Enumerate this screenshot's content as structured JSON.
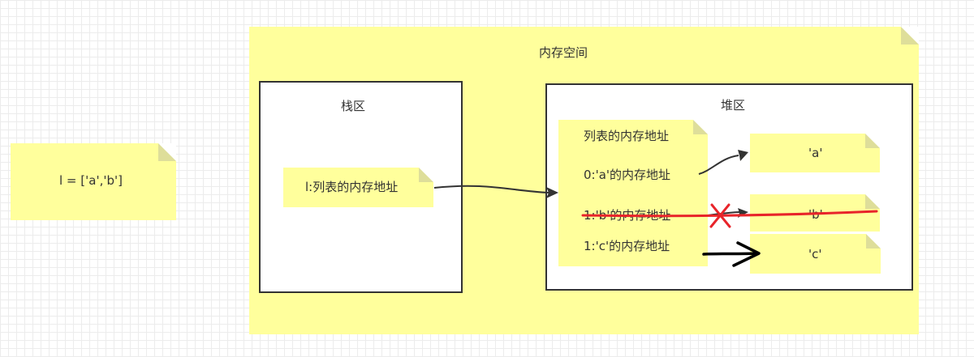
{
  "variable_note": {
    "text": "l = ['a','b']"
  },
  "memory": {
    "title": "内存空间",
    "stack": {
      "title": "栈区",
      "reference": "l:列表的内存地址"
    },
    "heap": {
      "title": "堆区",
      "list_object": {
        "header": "列表的内存地址",
        "slots": [
          "0:'a'的内存地址",
          "1:'b'的内存地址",
          "1:'c'的内存地址"
        ]
      },
      "values": [
        "'a'",
        "'b'",
        "'c'"
      ]
    }
  },
  "colors": {
    "note_fill": "#ffff9c",
    "note_fold": "#dede9a",
    "border": "#333333",
    "strike": "#e8242a",
    "handwritten_arrow": "#000000"
  }
}
